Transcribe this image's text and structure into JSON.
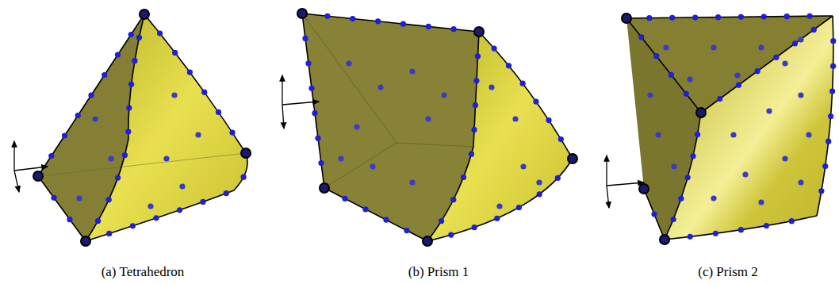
{
  "diagram": {
    "labels": [
      "(a) Tetrahedron",
      "(b) Prism 1",
      "(c) Prism 2"
    ]
  }
}
